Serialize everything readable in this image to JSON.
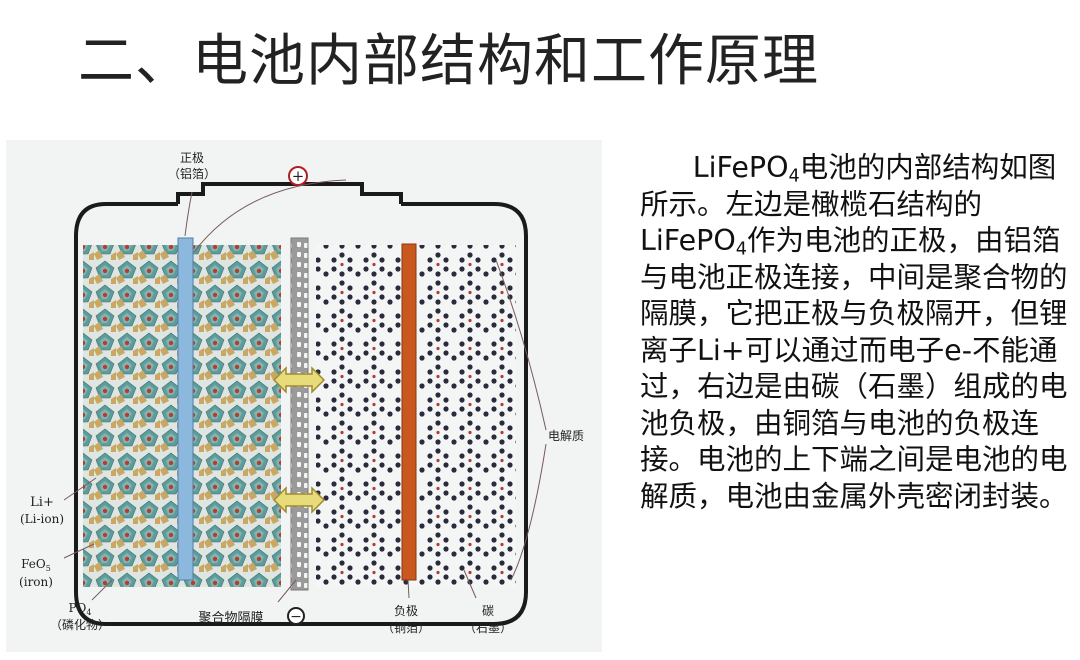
{
  "slide": {
    "title": "二、电池内部结构和工作原理"
  },
  "diagram": {
    "labels": {
      "positive_electrode": "正极",
      "positive_foil": "（铝箔）",
      "plus_sign": "+",
      "minus_sign": "−",
      "electrolyte": "电解质",
      "li_ion": "Li+",
      "li_ion_en": "(Li-ion)",
      "feo": "FeO",
      "feo_sub": "5",
      "iron": "(iron)",
      "po": "PO",
      "po_sub": "4",
      "phosphide": "（磷化物）",
      "separator": "聚合物隔膜",
      "negative_electrode": "负极",
      "negative_foil": "（铜箔）",
      "carbon": "碳",
      "graphite": "（石墨）"
    },
    "colors": {
      "casing": "#1a1a1a",
      "aluminum_foil": "#8cb8dd",
      "copper_foil": "#c8581e",
      "lattice_teal": "#5e9c9c",
      "lattice_gold": "#c8a864",
      "graphite_ring": "#2a2a3c",
      "separator": "#9a9a9a",
      "arrow_fill": "#e8dc7a",
      "arrow_stroke": "#a08a30"
    }
  },
  "description": {
    "part1": "LiFePO",
    "part1_sub": "4",
    "part2": "电池的内部结构如图所示。左边是橄榄石结构的 LiFePO",
    "part2_sub": "4",
    "part3": "作为电池的正极，由铝箔与电池正极连接，中间是聚合物的隔膜，它把正极与负极隔开，但锂离子Li+可以通过而电子e-不能通过，右边是由碳（石墨）组成的电池负极，由铜箔与电池的负极连接。电池的上下端之间是电池的电解质，电池由金属外壳密闭封装。"
  }
}
